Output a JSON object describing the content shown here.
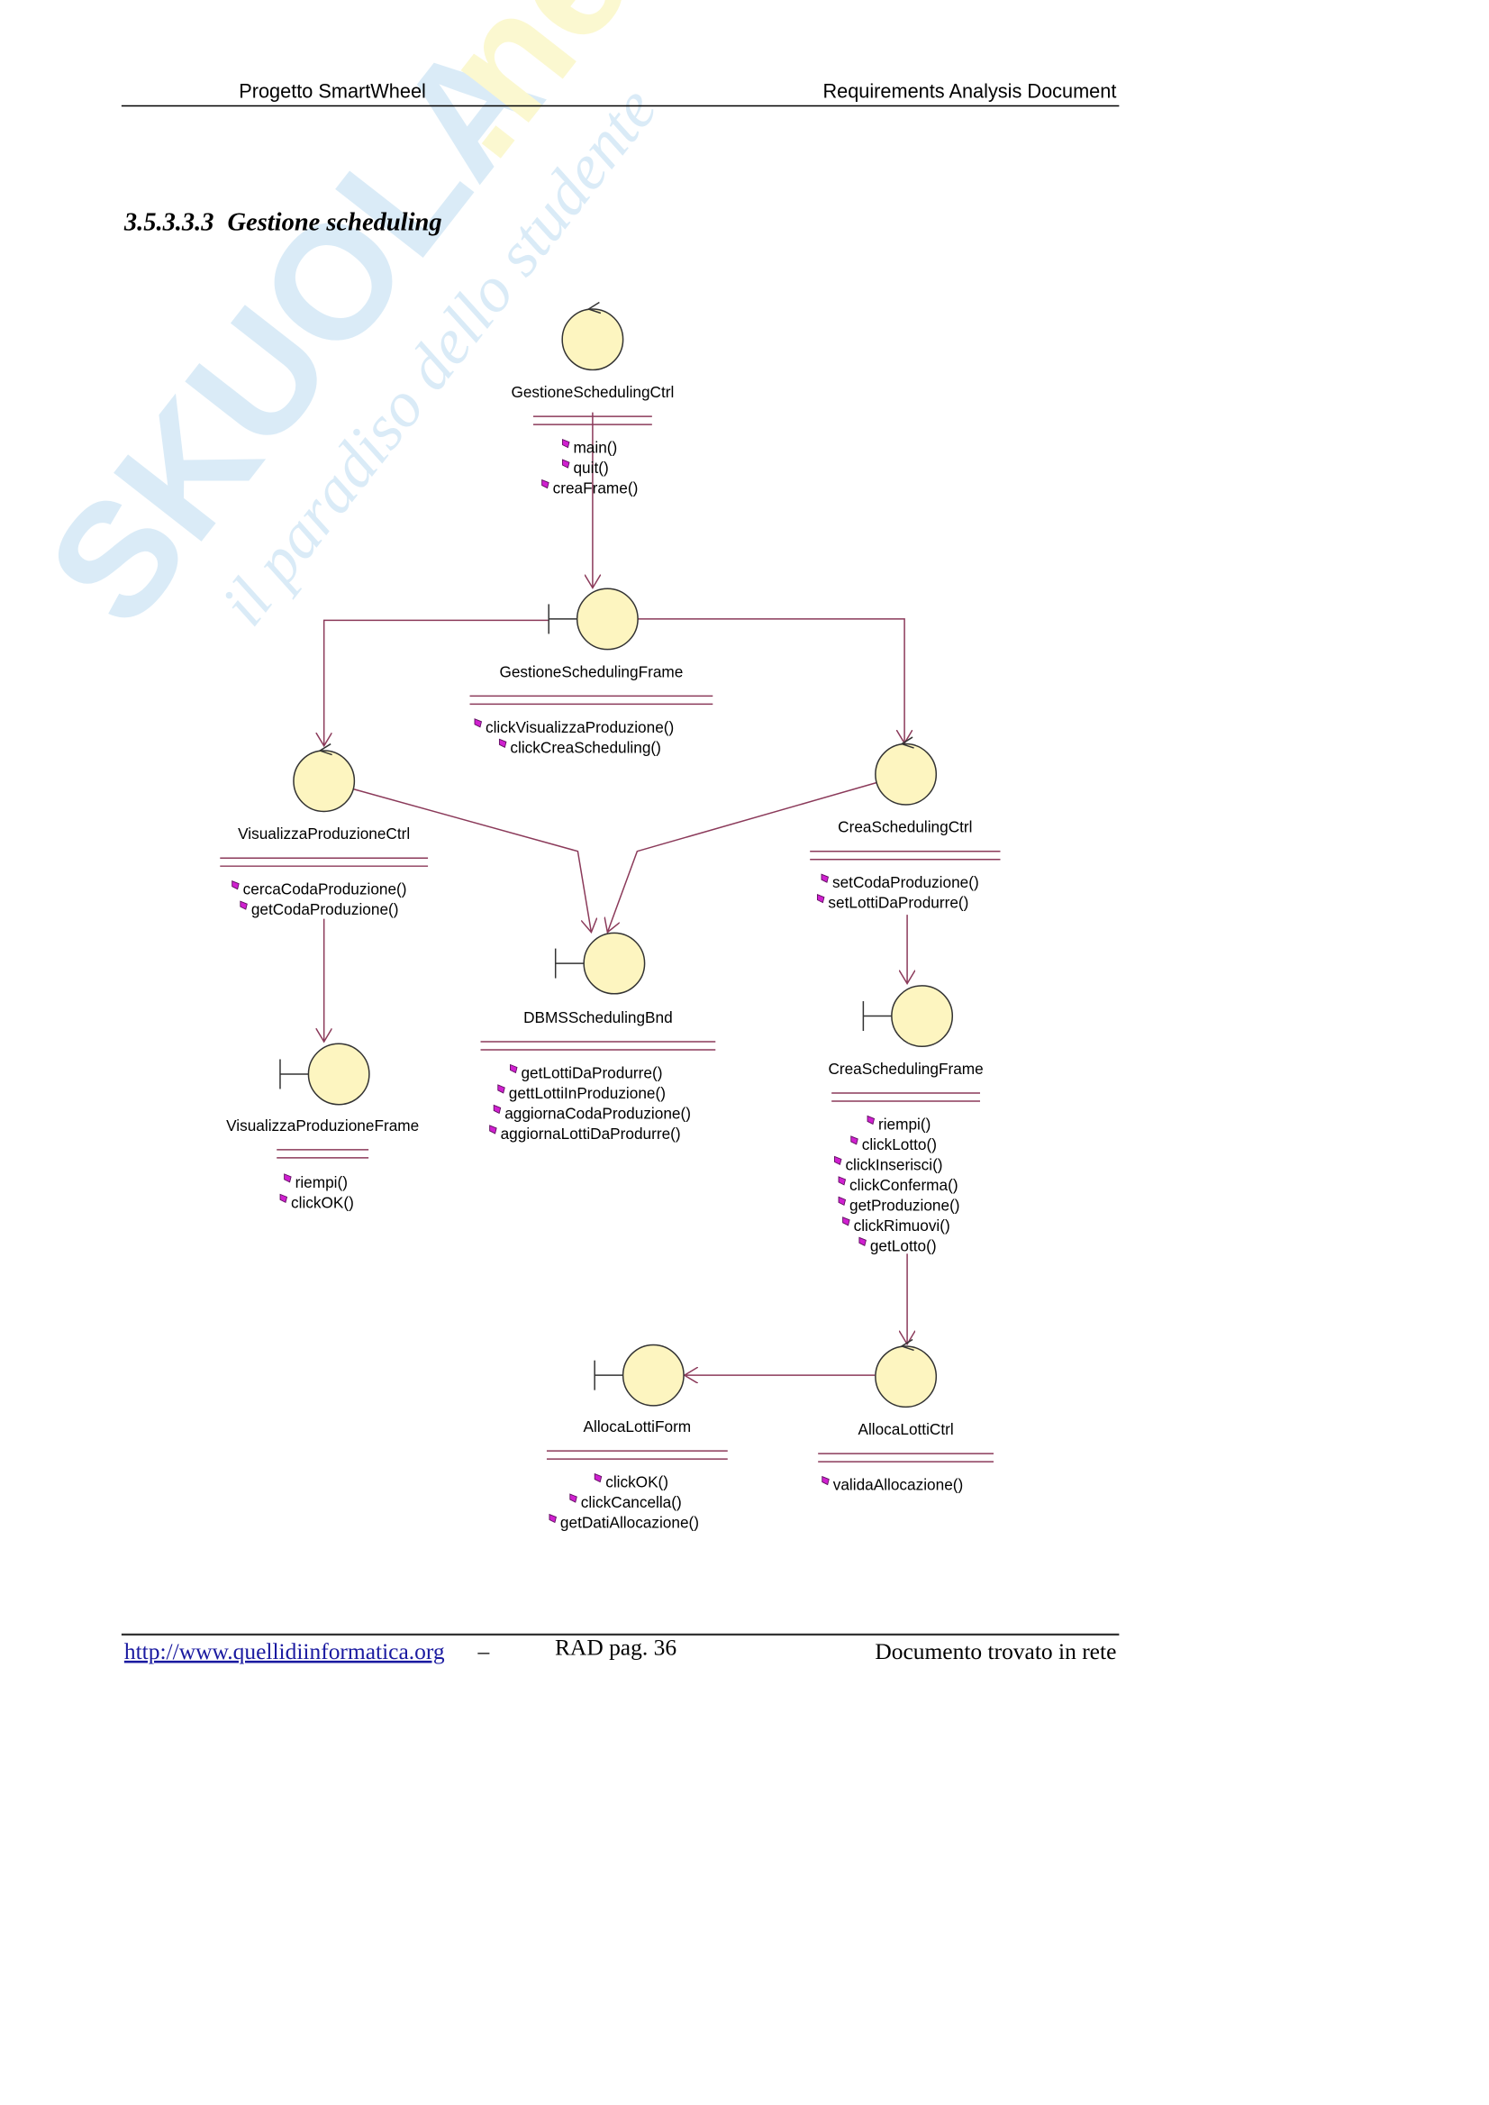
{
  "header": {
    "left": "Progetto SmartWheel",
    "right": "Requirements Analysis Document"
  },
  "section": {
    "number": "3.5.3.3.3",
    "title": "Gestione scheduling"
  },
  "watermark": {
    "logo": "SKUOLA.net",
    "tagline": "il paradiso dello studente"
  },
  "colors": {
    "node_fill": "#fdf5c0",
    "line": "#8b3a5a",
    "method_icon": "#d020d0"
  },
  "diagram": {
    "nodes": [
      {
        "id": "gsc",
        "kind": "control",
        "name": "GestioneSchedulingCtrl",
        "methods": [
          "main()",
          "quit()",
          "creaFrame()"
        ]
      },
      {
        "id": "gsf",
        "kind": "boundary",
        "name": "GestioneSchedulingFrame",
        "methods": [
          "clickVisualizzaProduzione()",
          "clickCreaScheduling()"
        ]
      },
      {
        "id": "vpc",
        "kind": "control",
        "name": "VisualizzaProduzioneCtrl",
        "methods": [
          "cercaCodaProduzione()",
          "getCodaProduzione()"
        ]
      },
      {
        "id": "csc",
        "kind": "control",
        "name": "CreaSchedulingCtrl",
        "methods": [
          "setCodaProduzione()",
          "setLottiDaProdurre()"
        ]
      },
      {
        "id": "dbms",
        "kind": "boundary",
        "name": "DBMSSchedulingBnd",
        "methods": [
          "getLottiDaProdurre()",
          "gettLottiInProduzione()",
          "aggiornaCodaProduzione()",
          "aggiornaLottiDaProdurre()"
        ]
      },
      {
        "id": "vpf",
        "kind": "boundary",
        "name": "VisualizzaProduzioneFrame",
        "methods": [
          "riempi()",
          "clickOK()"
        ]
      },
      {
        "id": "csf",
        "kind": "boundary",
        "name": "CreaSchedulingFrame",
        "methods": [
          "riempi()",
          "clickLotto()",
          "clickInserisci()",
          "clickConferma()",
          "getProduzione()",
          "clickRimuovi()",
          "getLotto()"
        ]
      },
      {
        "id": "alf",
        "kind": "boundary",
        "name": "AllocaLottiForm",
        "methods": [
          "clickOK()",
          "clickCancella()",
          "getDatiAllocazione()"
        ]
      },
      {
        "id": "alc",
        "kind": "control",
        "name": "AllocaLottiCtrl",
        "methods": [
          "validaAllocazione()"
        ]
      }
    ],
    "edges": [
      {
        "from": "gsc",
        "to": "gsf"
      },
      {
        "from": "gsf",
        "to": "vpc"
      },
      {
        "from": "gsf",
        "to": "csc"
      },
      {
        "from": "vpc",
        "to": "dbms"
      },
      {
        "from": "csc",
        "to": "dbms"
      },
      {
        "from": "vpc",
        "to": "vpf"
      },
      {
        "from": "csc",
        "to": "csf"
      },
      {
        "from": "csf",
        "to": "alc"
      },
      {
        "from": "alc",
        "to": "alf"
      }
    ]
  },
  "footer": {
    "link": "http://www.quellidiinformatica.org",
    "separator": "–",
    "page": "RAD pag. 36",
    "right": "Documento trovato in rete"
  }
}
